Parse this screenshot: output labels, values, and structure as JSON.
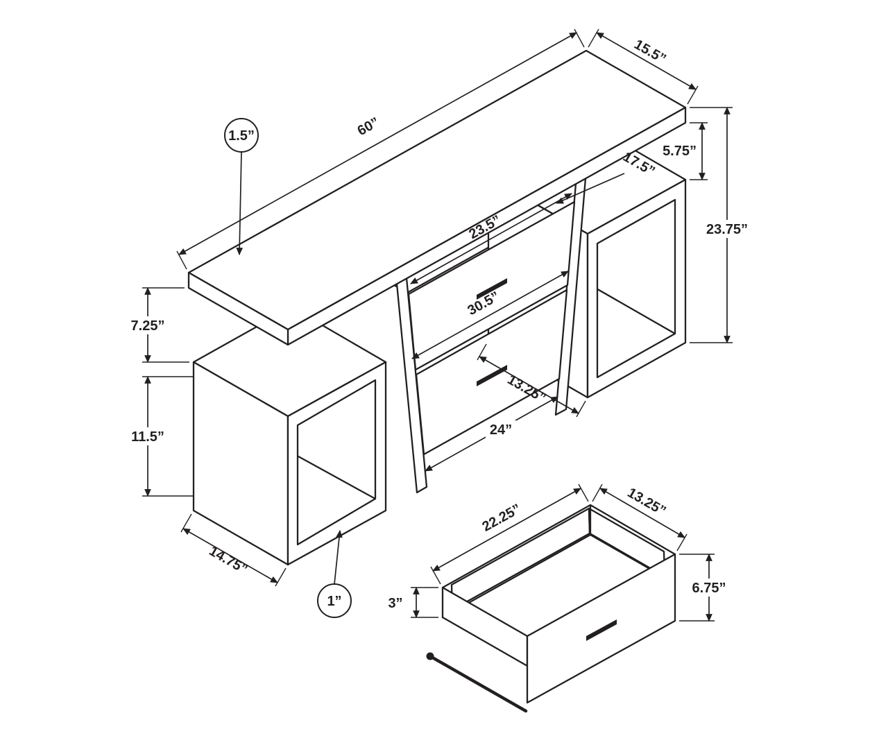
{
  "drawing": {
    "subject": "tv-stand-dimension-drawing",
    "colors": {
      "line": "#231f20",
      "background": "#ffffff"
    }
  },
  "main_view": {
    "dims": {
      "top_thickness": "1.5”",
      "overall_width": "60”",
      "overall_depth": "15.5”",
      "right_opening_height": "5.75”",
      "overall_height": "23.75”",
      "center_shelf_depth": "17.5”",
      "center_shelf_width": "23.5”",
      "upper_drawer_width": "30.5”",
      "left_gap_height": "7.25”",
      "left_opening_height": "11.5”",
      "right_cabinet_depth": "13.25”",
      "lower_drawer_width": "24”",
      "left_cabinet_depth": "14.75”",
      "panel_thickness": "1”"
    }
  },
  "drawer_detail": {
    "dims": {
      "width": "22.25”",
      "depth": "13.25”",
      "front_height": "6.75”",
      "side_height": "3”"
    }
  }
}
